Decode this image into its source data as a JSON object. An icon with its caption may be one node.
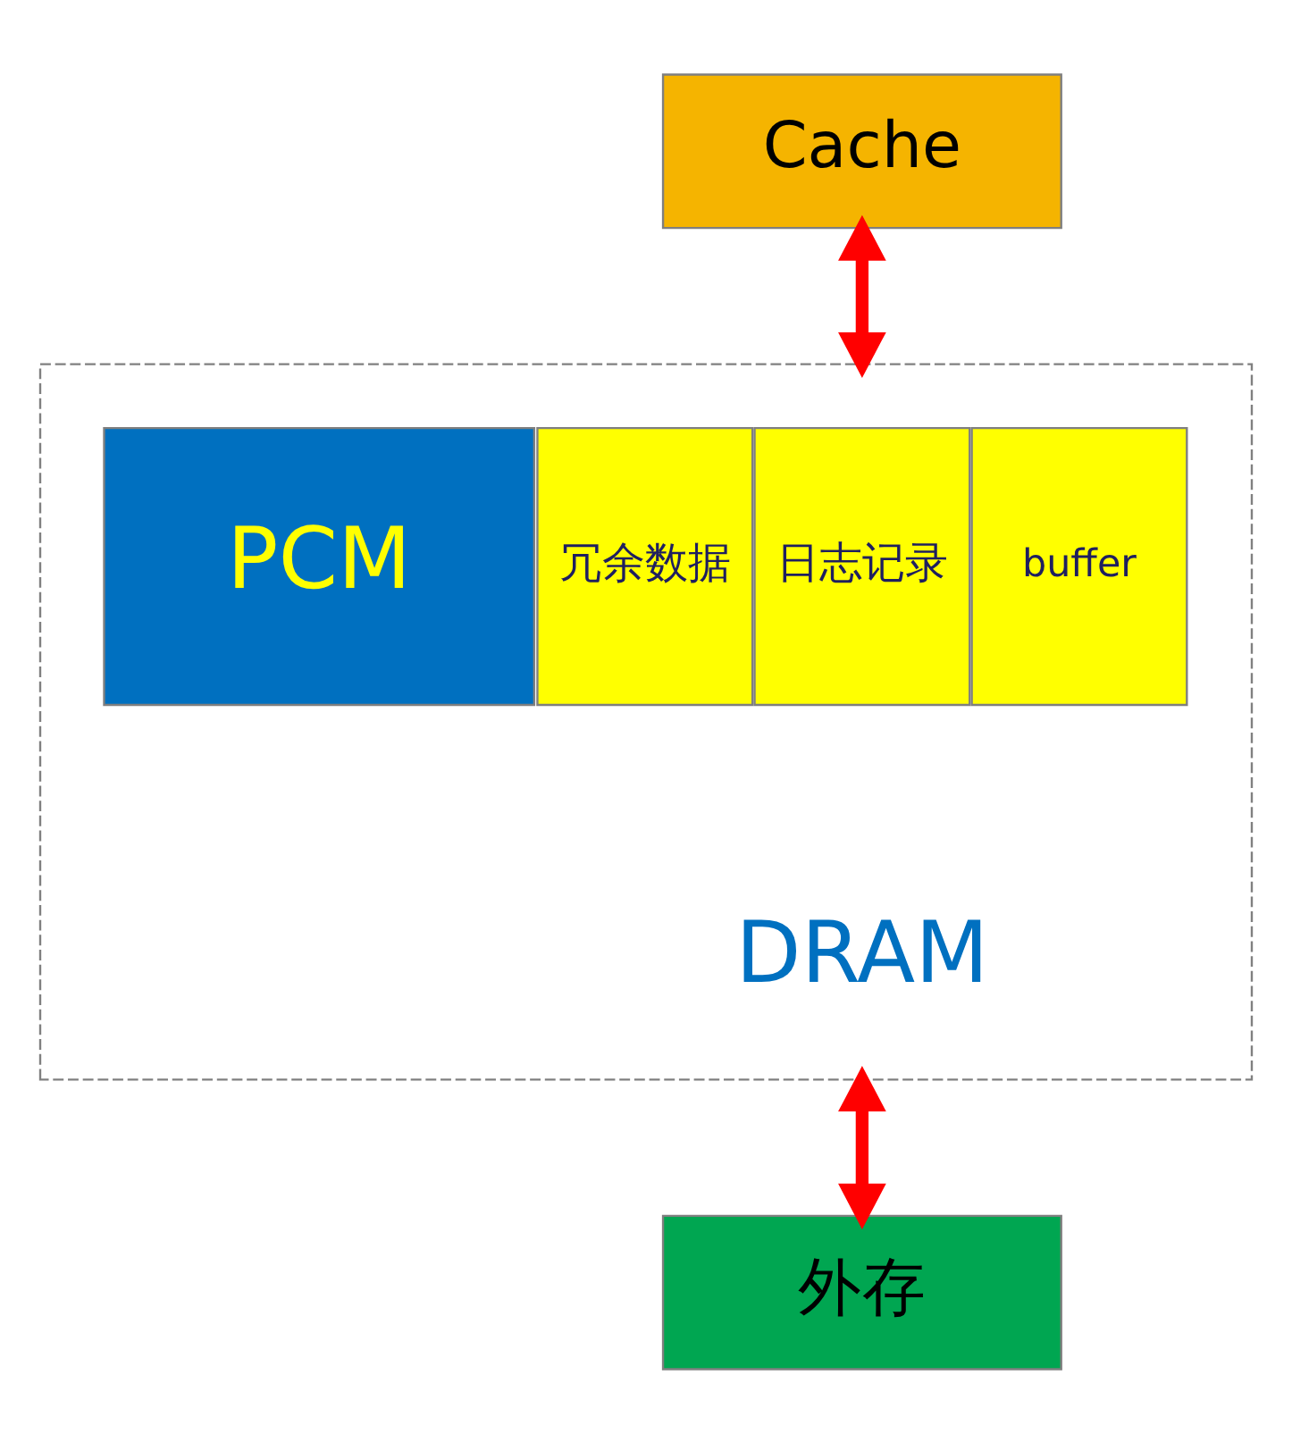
{
  "diagram": {
    "nodes": [
      {
        "text": [
          "Cache"
        ]
      },
      {
        "text": [],
        "shape": "box"
      },
      {
        "text": [
          "PCM"
        ],
        "in": 1
      },
      {
        "text": [
          "冗余数据"
        ],
        "in": 1
      },
      {
        "text": [
          "日志记录"
        ],
        "in": 1
      },
      {
        "text": [
          "buffer"
        ],
        "in": 1
      },
      {
        "text": [
          "外存"
        ]
      }
    ],
    "edges": [
      {
        "from": 0,
        "to": 1,
        "arrow": "both"
      },
      {
        "from": 1,
        "to": 6,
        "arrow": "both"
      }
    ],
    "labels": [
      "DRAM"
    ]
  }
}
